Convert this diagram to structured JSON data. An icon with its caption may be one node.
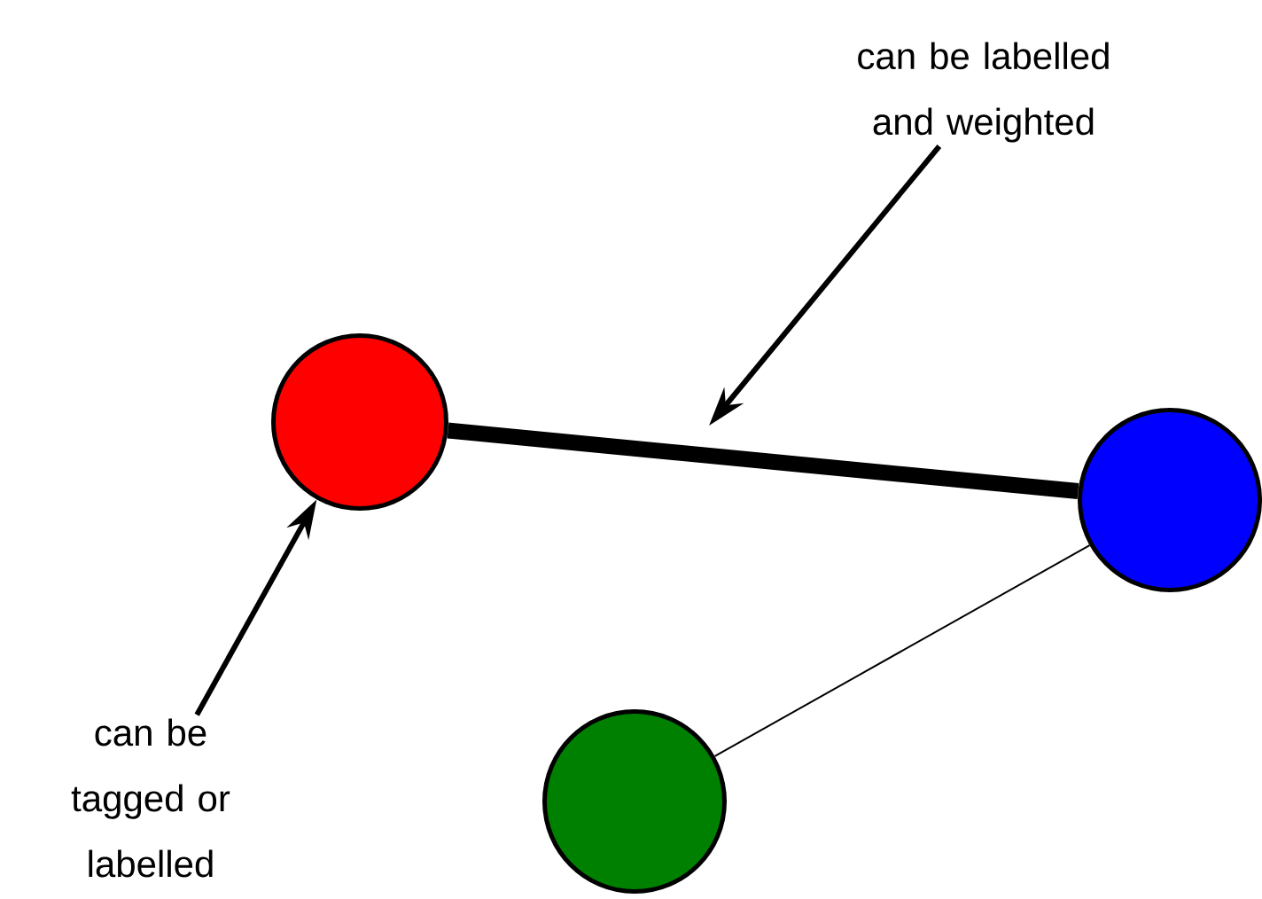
{
  "diagram": {
    "nodes": [
      {
        "text": [],
        "shape": "circle"
      },
      {
        "text": [],
        "shape": "circle"
      },
      {
        "text": [],
        "shape": "circle"
      },
      {
        "text": [
          "can be tagged or labelled"
        ]
      },
      {
        "text": [
          "can be labelled and weighted"
        ]
      }
    ],
    "edges": [
      {
        "from": 0,
        "to": 1,
        "arrow": "none",
        "style": "thick"
      },
      {
        "from": 1,
        "to": 2,
        "arrow": "none"
      },
      {
        "from": 3,
        "to": 0,
        "arrow": "to"
      },
      {
        "from": 4,
        "to": null,
        "arrow": "to"
      }
    ]
  }
}
